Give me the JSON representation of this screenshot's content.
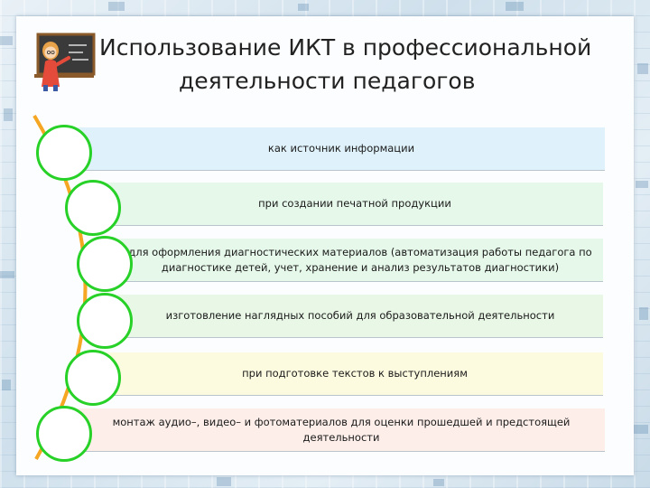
{
  "title": {
    "line1": "Использование ИКТ в профессиональной",
    "line2": "деятельности педагогов"
  },
  "icons": {
    "teacher": "teacher-at-blackboard-icon",
    "bullet": "circle-marker-icon"
  },
  "colors": {
    "curve": "#f5a623",
    "circle_border": "#27d127"
  },
  "items": [
    {
      "text": "как источник информации",
      "color": "#dff2fb"
    },
    {
      "text": "при создании печатной продукции",
      "color": "#e6f8ea"
    },
    {
      "text": "для оформления диагностических материалов (автоматизация работы педагога по диагностике детей, учет, хранение и анализ результатов диагностики)",
      "color": "#e6f8ea"
    },
    {
      "text": "изготовление наглядных пособий для образовательной деятельности",
      "color": "#e8f7e6"
    },
    {
      "text": "при подготовке текстов к выступлениям",
      "color": "#fdfbdf"
    },
    {
      "text": "монтаж аудио–, видео– и фотоматериалов для оценки прошедшей и предстоящей деятельности",
      "color": "#fdeee9"
    }
  ]
}
